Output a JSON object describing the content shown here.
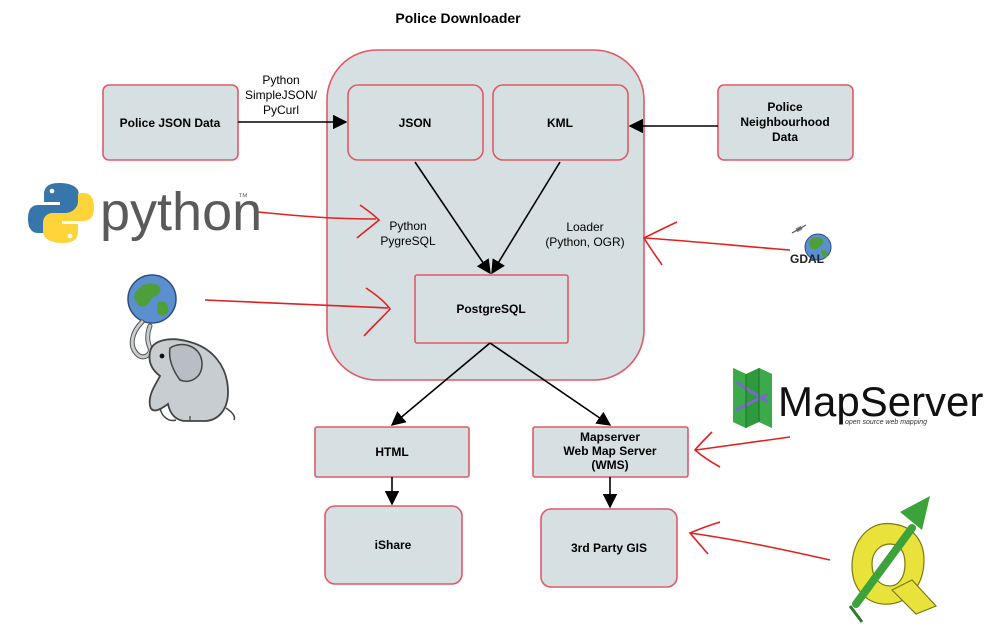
{
  "title": "Police Downloader",
  "nodes": {
    "police_json": "Police JSON Data",
    "json": "JSON",
    "kml": "KML",
    "neighbourhood": [
      "Police",
      "Neighbourhood",
      "Data"
    ],
    "postgresql": "PostgreSQL",
    "html": "HTML",
    "mapserver_wms": [
      "Mapserver",
      "Web Map Server",
      "(WMS)"
    ],
    "ishare": "iShare",
    "third_party_gis": "3rd Party GIS"
  },
  "edge_labels": {
    "python_simplejson": [
      "Python",
      "SimpleJSON/",
      "PyCurl"
    ],
    "python_pygresql": [
      "Python",
      "PygreSQL"
    ],
    "loader": [
      "Loader",
      "(Python, OGR)"
    ]
  },
  "logos": {
    "python": {
      "word": "python",
      "tm": "™",
      "icon": "python-logo-icon"
    },
    "gdal": {
      "word": "GDAL",
      "icon": "gdal-globe-icon"
    },
    "postgis": {
      "icon": "postgis-elephant-globe-icon"
    },
    "mapserver": {
      "word": "MapServer",
      "tagline": "open source web mapping",
      "icon": "mapserver-logo-icon"
    },
    "qgis": {
      "icon": "qgis-logo-icon"
    }
  },
  "colors": {
    "box_fill": "#d6e0e3",
    "box_border": "#e05a66",
    "annotation_red": "#e02222",
    "python_blue": "#3776ab",
    "python_yellow": "#ffd43b",
    "mapserver_green": "#2e9a3e",
    "qgis_green": "#3ca33a",
    "qgis_yellow": "#e8e23a"
  }
}
